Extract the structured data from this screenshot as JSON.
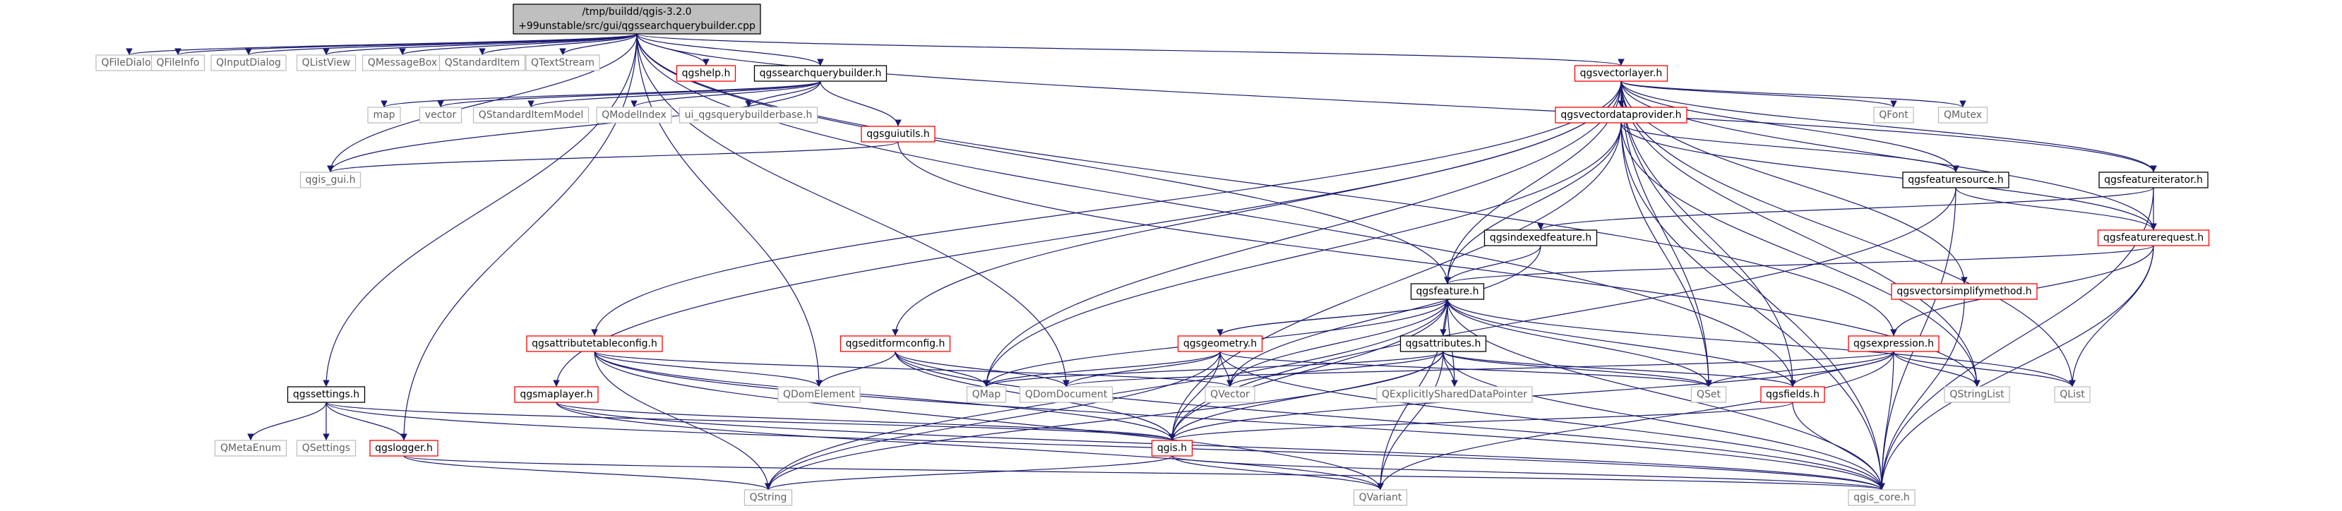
{
  "colors": {
    "edge": "#191970",
    "root_fill": "#bfbfbf",
    "root_border": "#000000",
    "documented_fill": "#ffffff",
    "documented_border": "#000000",
    "truncated_border": "#ff0000",
    "external_border": "#bfbfbf",
    "external_text": "#606060",
    "text": "#000000"
  },
  "nodes": [
    {
      "id": "root",
      "lines": [
        "/tmp/buildd/qgis-3.2.0",
        "+99unstable/src/gui/qgssearchquerybuilder.cpp"
      ],
      "kind": "root"
    },
    {
      "id": "qgssettings",
      "lines": [
        "qgssettings.h"
      ],
      "kind": "doc"
    },
    {
      "id": "qfiledialog",
      "lines": [
        "QFileDialog"
      ],
      "kind": "ext"
    },
    {
      "id": "qfileinfo",
      "lines": [
        "QFileInfo"
      ],
      "kind": "ext"
    },
    {
      "id": "qinputdialog",
      "lines": [
        "QInputDialog"
      ],
      "kind": "ext"
    },
    {
      "id": "qlistview",
      "lines": [
        "QListView"
      ],
      "kind": "ext"
    },
    {
      "id": "qmessagebox",
      "lines": [
        "QMessageBox"
      ],
      "kind": "ext"
    },
    {
      "id": "qstandarditem",
      "lines": [
        "QStandardItem"
      ],
      "kind": "ext"
    },
    {
      "id": "qtextstream",
      "lines": [
        "QTextStream"
      ],
      "kind": "ext"
    },
    {
      "id": "qgshelp",
      "lines": [
        "qgshelp.h"
      ],
      "kind": "trunc"
    },
    {
      "id": "qgssearchquerybuilder",
      "lines": [
        "qgssearchquerybuilder.h"
      ],
      "kind": "doc"
    },
    {
      "id": "qgsvectorlayer",
      "lines": [
        "qgsvectorlayer.h"
      ],
      "kind": "trunc"
    },
    {
      "id": "map",
      "lines": [
        "map"
      ],
      "kind": "ext"
    },
    {
      "id": "vector",
      "lines": [
        "vector"
      ],
      "kind": "ext"
    },
    {
      "id": "qstandarditemmodel",
      "lines": [
        "QStandardItemModel"
      ],
      "kind": "ext"
    },
    {
      "id": "qmodelindex",
      "lines": [
        "QModelIndex"
      ],
      "kind": "ext"
    },
    {
      "id": "uiqgsquerybuilderbase",
      "lines": [
        "ui_qgsquerybuilderbase.h"
      ],
      "kind": "ext"
    },
    {
      "id": "qgsguiutils",
      "lines": [
        "qgsguiutils.h"
      ],
      "kind": "trunc"
    },
    {
      "id": "qgisgui",
      "lines": [
        "qgis_gui.h"
      ],
      "kind": "ext"
    },
    {
      "id": "qgsvectordataprovider",
      "lines": [
        "qgsvectordataprovider.h"
      ],
      "kind": "trunc"
    },
    {
      "id": "qfont",
      "lines": [
        "QFont"
      ],
      "kind": "ext"
    },
    {
      "id": "qmutex",
      "lines": [
        "QMutex"
      ],
      "kind": "ext"
    },
    {
      "id": "qgsfeaturesource",
      "lines": [
        "qgsfeaturesource.h"
      ],
      "kind": "doc"
    },
    {
      "id": "qgsfeatureiterator",
      "lines": [
        "qgsfeatureiterator.h"
      ],
      "kind": "doc"
    },
    {
      "id": "qgsindexedfeature",
      "lines": [
        "qgsindexedfeature.h"
      ],
      "kind": "doc"
    },
    {
      "id": "qgsfeaturerequest",
      "lines": [
        "qgsfeaturerequest.h"
      ],
      "kind": "trunc"
    },
    {
      "id": "qgsfeature",
      "lines": [
        "qgsfeature.h"
      ],
      "kind": "doc"
    },
    {
      "id": "qgsvectorsimplifymethod",
      "lines": [
        "qgsvectorsimplifymethod.h"
      ],
      "kind": "trunc"
    },
    {
      "id": "qgsattributetableconfig",
      "lines": [
        "qgsattributetableconfig.h"
      ],
      "kind": "trunc"
    },
    {
      "id": "qgseditformconfig",
      "lines": [
        "qgseditformconfig.h"
      ],
      "kind": "trunc"
    },
    {
      "id": "qgsgeometry",
      "lines": [
        "qgsgeometry.h"
      ],
      "kind": "trunc"
    },
    {
      "id": "qgsattributes",
      "lines": [
        "qgsattributes.h"
      ],
      "kind": "doc"
    },
    {
      "id": "qgsexpression",
      "lines": [
        "qgsexpression.h"
      ],
      "kind": "trunc"
    },
    {
      "id": "qgsmaplayer",
      "lines": [
        "qgsmaplayer.h"
      ],
      "kind": "trunc"
    },
    {
      "id": "qdomelement",
      "lines": [
        "QDomElement"
      ],
      "kind": "ext"
    },
    {
      "id": "qmap",
      "lines": [
        "QMap"
      ],
      "kind": "ext"
    },
    {
      "id": "qdomdocument",
      "lines": [
        "QDomDocument"
      ],
      "kind": "ext"
    },
    {
      "id": "qvector",
      "lines": [
        "QVector"
      ],
      "kind": "ext"
    },
    {
      "id": "qexplicitlyshareddatapointer",
      "lines": [
        "QExplicitlySharedDataPointer"
      ],
      "kind": "ext"
    },
    {
      "id": "qset",
      "lines": [
        "QSet"
      ],
      "kind": "ext"
    },
    {
      "id": "qgsfields",
      "lines": [
        "qgsfields.h"
      ],
      "kind": "trunc"
    },
    {
      "id": "qstringlist",
      "lines": [
        "QStringList"
      ],
      "kind": "ext"
    },
    {
      "id": "qlist",
      "lines": [
        "QList"
      ],
      "kind": "ext"
    },
    {
      "id": "qmetaenum",
      "lines": [
        "QMetaEnum"
      ],
      "kind": "ext"
    },
    {
      "id": "qsettings",
      "lines": [
        "QSettings"
      ],
      "kind": "ext"
    },
    {
      "id": "qgslogger",
      "lines": [
        "qgslogger.h"
      ],
      "kind": "trunc"
    },
    {
      "id": "qgis",
      "lines": [
        "qgis.h"
      ],
      "kind": "trunc"
    },
    {
      "id": "qstring",
      "lines": [
        "QString"
      ],
      "kind": "ext"
    },
    {
      "id": "qvariant",
      "lines": [
        "QVariant"
      ],
      "kind": "ext"
    },
    {
      "id": "qgiscore",
      "lines": [
        "qgis_core.h"
      ],
      "kind": "ext"
    }
  ],
  "edges": [
    [
      "root",
      "qgssettings"
    ],
    [
      "root",
      "qfiledialog"
    ],
    [
      "root",
      "qfileinfo"
    ],
    [
      "root",
      "qinputdialog"
    ],
    [
      "root",
      "qlistview"
    ],
    [
      "root",
      "qmessagebox"
    ],
    [
      "root",
      "qstandarditem"
    ],
    [
      "root",
      "qtextstream"
    ],
    [
      "root",
      "qgshelp"
    ],
    [
      "root",
      "qgssearchquerybuilder"
    ],
    [
      "root",
      "qgsvectorlayer"
    ],
    [
      "root",
      "qgsfeature"
    ],
    [
      "root",
      "qgsfeatureiterator"
    ],
    [
      "root",
      "qgsfields"
    ],
    [
      "root",
      "qgsexpression"
    ],
    [
      "root",
      "qgslogger"
    ],
    [
      "root",
      "qgisgui"
    ],
    [
      "root",
      "qdomelement"
    ],
    [
      "root",
      "qdomdocument"
    ],
    [
      "qgssearchquerybuilder",
      "map"
    ],
    [
      "qgssearchquerybuilder",
      "vector"
    ],
    [
      "qgssearchquerybuilder",
      "qstandarditemmodel"
    ],
    [
      "qgssearchquerybuilder",
      "qmodelindex"
    ],
    [
      "qgssearchquerybuilder",
      "uiqgsquerybuilderbase"
    ],
    [
      "qgssearchquerybuilder",
      "qgsguiutils"
    ],
    [
      "qgssearchquerybuilder",
      "qgisgui"
    ],
    [
      "qgsguiutils",
      "qgisgui"
    ],
    [
      "qgsguiutils",
      "qstringlist"
    ],
    [
      "qgsvectorlayer",
      "qgsvectordataprovider"
    ],
    [
      "qgsvectorlayer",
      "qfont"
    ],
    [
      "qgsvectorlayer",
      "qmutex"
    ],
    [
      "qgsvectorlayer",
      "qgsfeaturesource"
    ],
    [
      "qgsvectorlayer",
      "qgsfeatureiterator"
    ],
    [
      "qgsvectorlayer",
      "qgsfeaturerequest"
    ],
    [
      "qgsvectorlayer",
      "qgsfeature"
    ],
    [
      "qgsvectorlayer",
      "qgsvectorsimplifymethod"
    ],
    [
      "qgsvectorlayer",
      "qgsattributetableconfig"
    ],
    [
      "qgsvectorlayer",
      "qgseditformconfig"
    ],
    [
      "qgsvectorlayer",
      "qgsmaplayer"
    ],
    [
      "qgsvectorlayer",
      "qmap"
    ],
    [
      "qgsvectorlayer",
      "qset"
    ],
    [
      "qgsvectorlayer",
      "qlist"
    ],
    [
      "qgsvectorlayer",
      "qgsfields"
    ],
    [
      "qgsvectorlayer",
      "qstringlist"
    ],
    [
      "qgsvectorlayer",
      "qgiscore"
    ],
    [
      "qgsvectordataprovider",
      "qgsfeaturesource"
    ],
    [
      "qgsvectordataprovider",
      "qgsfeaturerequest"
    ],
    [
      "qgsvectordataprovider",
      "qgsfeature"
    ],
    [
      "qgsvectordataprovider",
      "qmap"
    ],
    [
      "qgsvectordataprovider",
      "qset"
    ],
    [
      "qgsvectordataprovider",
      "qstringlist"
    ],
    [
      "qgsvectordataprovider",
      "qgiscore"
    ],
    [
      "qgsvectordataprovider",
      "qgis"
    ],
    [
      "qgsfeaturesource",
      "qgsfeaturerequest"
    ],
    [
      "qgsfeaturesource",
      "qgiscore"
    ],
    [
      "qgsfeaturesource",
      "qgis"
    ],
    [
      "qgsfeatureiterator",
      "qgsfeaturerequest"
    ],
    [
      "qgsfeatureiterator",
      "qgsindexedfeature"
    ],
    [
      "qgsfeatureiterator",
      "qgiscore"
    ],
    [
      "qgsindexedfeature",
      "qgsfeature"
    ],
    [
      "qgsindexedfeature",
      "qvector"
    ],
    [
      "qgsfeaturerequest",
      "qgsfeature"
    ],
    [
      "qgsfeaturerequest",
      "qgsexpression"
    ],
    [
      "qgsfeaturerequest",
      "qlist"
    ],
    [
      "qgsfeaturerequest",
      "qgiscore"
    ],
    [
      "qgsvectorsimplifymethod",
      "qgiscore"
    ],
    [
      "qgsfeature",
      "qgsgeometry"
    ],
    [
      "qgsfeature",
      "qgsattributes"
    ],
    [
      "qgsfeature",
      "qgsfields"
    ],
    [
      "qgsfeature",
      "qmap"
    ],
    [
      "qgsfeature",
      "qvector"
    ],
    [
      "qgsfeature",
      "qset"
    ],
    [
      "qgsfeature",
      "qstring"
    ],
    [
      "qgsfeature",
      "qvariant"
    ],
    [
      "qgsfeature",
      "qlist"
    ],
    [
      "qgsfeature",
      "qexplicitlyshareddatapointer"
    ],
    [
      "qgsfeature",
      "qgis"
    ],
    [
      "qgsfeature",
      "qgiscore"
    ],
    [
      "qgsgeometry",
      "qgsfeature"
    ],
    [
      "qgsgeometry",
      "qdomdocument"
    ],
    [
      "qgsgeometry",
      "qset"
    ],
    [
      "qgsgeometry",
      "qstring"
    ],
    [
      "qgsgeometry",
      "qvector"
    ],
    [
      "qgsgeometry",
      "qgis"
    ],
    [
      "qgsgeometry",
      "qgiscore"
    ],
    [
      "qgsgeometry",
      "qmap"
    ],
    [
      "qgsattributes",
      "qmap"
    ],
    [
      "qgsattributes",
      "qstring"
    ],
    [
      "qgsattributes",
      "qvariant"
    ],
    [
      "qgsattributes",
      "qvector"
    ],
    [
      "qgsattributes",
      "qgis"
    ],
    [
      "qgsattributes",
      "qgiscore"
    ],
    [
      "qgsattributes",
      "qset"
    ],
    [
      "qgsattributes",
      "qgsfields"
    ],
    [
      "qgsattributes",
      "qexplicitlyshareddatapointer"
    ],
    [
      "qgsattributetableconfig",
      "qdomelement"
    ],
    [
      "qgsattributetableconfig",
      "qvector"
    ],
    [
      "qgsattributetableconfig",
      "qgis"
    ],
    [
      "qgsattributetableconfig",
      "qgiscore"
    ],
    [
      "qgsattributetableconfig",
      "qstring"
    ],
    [
      "qgsattributetableconfig",
      "qvariant"
    ],
    [
      "qgseditformconfig",
      "qmap"
    ],
    [
      "qgseditformconfig",
      "qdomelement"
    ],
    [
      "qgseditformconfig",
      "qdomdocument"
    ],
    [
      "qgseditformconfig",
      "qgis"
    ],
    [
      "qgseditformconfig",
      "qgiscore"
    ],
    [
      "qgsexpression",
      "qgsfields"
    ],
    [
      "qgsexpression",
      "qset"
    ],
    [
      "qgsexpression",
      "qstringlist"
    ],
    [
      "qgsexpression",
      "qlist"
    ],
    [
      "qgsexpression",
      "qvariant"
    ],
    [
      "qgsexpression",
      "qdomdocument"
    ],
    [
      "qgsexpression",
      "qgis"
    ],
    [
      "qgsexpression",
      "qgiscore"
    ],
    [
      "qgsmaplayer",
      "qgis"
    ],
    [
      "qgsmaplayer",
      "qgiscore"
    ],
    [
      "qgsmaplayer",
      "qvariant"
    ],
    [
      "qgsfields",
      "qgis"
    ],
    [
      "qgsfields",
      "qgiscore"
    ],
    [
      "qgssettings",
      "qmetaenum"
    ],
    [
      "qgssettings",
      "qsettings"
    ],
    [
      "qgssettings",
      "qgslogger"
    ],
    [
      "qgssettings",
      "qgis"
    ],
    [
      "qgssettings",
      "qgiscore"
    ],
    [
      "qgslogger",
      "qstring"
    ],
    [
      "qgslogger",
      "qgiscore"
    ],
    [
      "qgis",
      "qstring"
    ],
    [
      "qgis",
      "qvariant"
    ],
    [
      "qgis",
      "qgiscore"
    ]
  ]
}
